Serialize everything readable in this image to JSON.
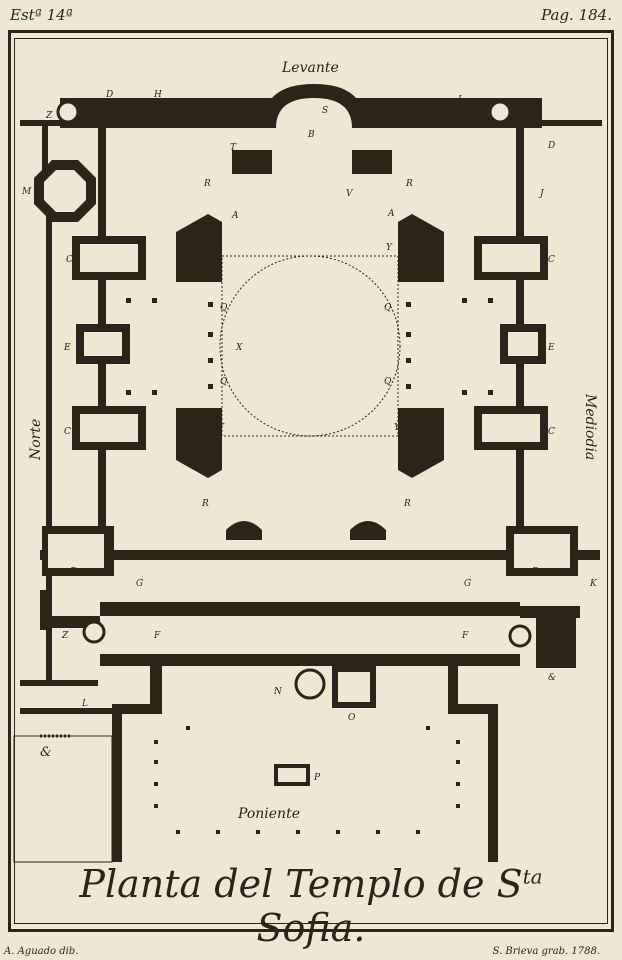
{
  "header": {
    "plate_number": "Estª 14ª",
    "page": "Pag. 184."
  },
  "compass": {
    "east": "Levante",
    "west": "Poniente",
    "north": "Norte",
    "south": "Mediodia"
  },
  "title": {
    "main": "Planta del Templo de S",
    "sup": "ta",
    "end": " Sofia."
  },
  "credits": {
    "drawer": "A. Aguado dib.",
    "engraver": "S. Brieva grab. 1788."
  },
  "legend": {
    "ampersand": "&"
  },
  "plan_letters": {
    "z": "Z",
    "d": "D",
    "h": "H",
    "i": "I",
    "s": "S",
    "b": "B",
    "t": "T",
    "m": "M",
    "r": "R",
    "v": "V",
    "j": "J",
    "a": "A",
    "y": "Y",
    "c": "C",
    "q": "Q",
    "e": "E",
    "x": "X",
    "g": "G",
    "k": "K",
    "f": "F",
    "n": "N",
    "o": "O",
    "l": "L",
    "p": "P",
    "amp": "&"
  },
  "colors": {
    "paper": "#efe6d3",
    "ink": "#2b2519"
  }
}
